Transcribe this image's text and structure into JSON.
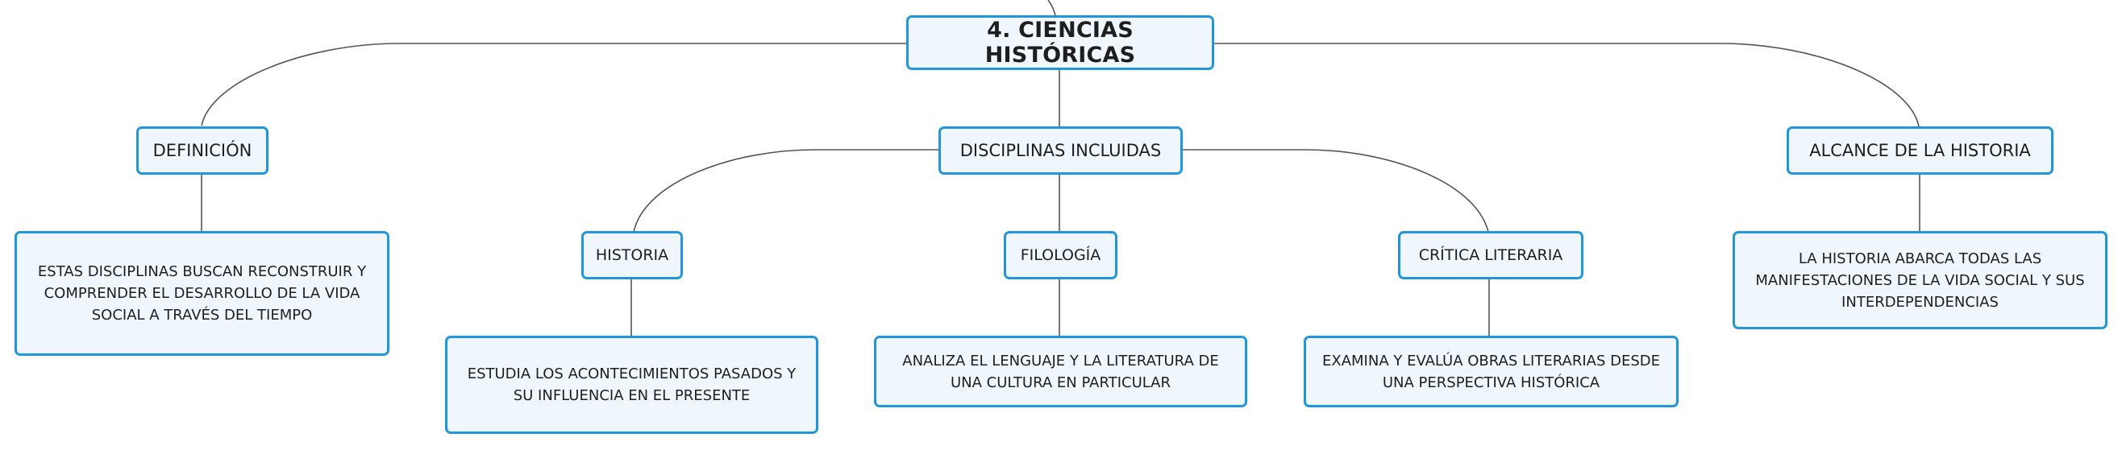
{
  "diagram": {
    "root": {
      "label": "4. CIENCIAS HISTÓRICAS"
    },
    "branches": {
      "definicion": {
        "label": "DEFINICIÓN",
        "detail": "ESTAS DISCIPLINAS BUSCAN RECONSTRUIR Y COMPRENDER EL DESARROLLO DE LA VIDA SOCIAL A TRAVÉS DEL TIEMPO"
      },
      "disciplinas": {
        "label": "DISCIPLINAS INCLUIDAS",
        "children": {
          "historia": {
            "label": "HISTORIA",
            "detail": "ESTUDIA LOS ACONTECIMIENTOS PASADOS Y SU INFLUENCIA EN EL PRESENTE"
          },
          "filologia": {
            "label": "FILOLOGÍA",
            "detail": "ANALIZA EL LENGUAJE Y LA LITERATURA DE UNA CULTURA EN PARTICULAR"
          },
          "critica": {
            "label": "CRÍTICA LITERARIA",
            "detail": "EXAMINA Y EVALÚA OBRAS LITERARIAS DESDE UNA PERSPECTIVA HISTÓRICA"
          }
        }
      },
      "alcance": {
        "label": "ALCANCE DE LA HISTORIA",
        "detail": "LA HISTORIA ABARCA TODAS LAS MANIFESTACIONES DE LA VIDA SOCIAL Y SUS INTERDEPENDENCIAS"
      }
    },
    "colors": {
      "node_border": "#2196db",
      "node_fill": "#f0f7fc",
      "connector": "#555555"
    }
  }
}
